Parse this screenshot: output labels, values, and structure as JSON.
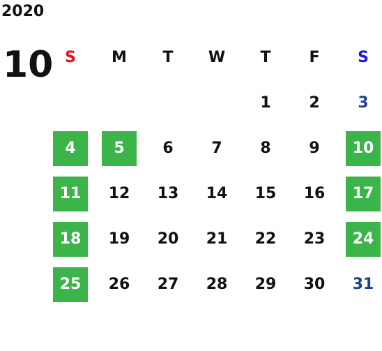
{
  "year": "2020",
  "month": "10",
  "weekdays": [
    {
      "label": "S",
      "color": "#e8101a"
    },
    {
      "label": "M",
      "color": "#111111"
    },
    {
      "label": "T",
      "color": "#111111"
    },
    {
      "label": "W",
      "color": "#111111"
    },
    {
      "label": "T",
      "color": "#111111"
    },
    {
      "label": "F",
      "color": "#111111"
    },
    {
      "label": "S",
      "color": "#1a1ad8"
    }
  ],
  "colors": {
    "highlight": "#3bb44a",
    "saturday_date": "#1f3f8f",
    "sunday_header": "#e8101a",
    "saturday_header": "#1a1ad8"
  },
  "weeks": [
    [
      null,
      null,
      null,
      null,
      {
        "day": "1"
      },
      {
        "day": "2"
      },
      {
        "day": "3"
      }
    ],
    [
      {
        "day": "4",
        "highlighted": true
      },
      {
        "day": "5",
        "highlighted": true
      },
      {
        "day": "6"
      },
      {
        "day": "7"
      },
      {
        "day": "8"
      },
      {
        "day": "9"
      },
      {
        "day": "10",
        "highlighted": true
      }
    ],
    [
      {
        "day": "11",
        "highlighted": true
      },
      {
        "day": "12"
      },
      {
        "day": "13"
      },
      {
        "day": "14"
      },
      {
        "day": "15"
      },
      {
        "day": "16"
      },
      {
        "day": "17",
        "highlighted": true
      }
    ],
    [
      {
        "day": "18",
        "highlighted": true
      },
      {
        "day": "19"
      },
      {
        "day": "20"
      },
      {
        "day": "21"
      },
      {
        "day": "22"
      },
      {
        "day": "23"
      },
      {
        "day": "24",
        "highlighted": true
      }
    ],
    [
      {
        "day": "25",
        "highlighted": true
      },
      {
        "day": "26"
      },
      {
        "day": "27"
      },
      {
        "day": "28"
      },
      {
        "day": "29"
      },
      {
        "day": "30"
      },
      {
        "day": "31"
      }
    ]
  ]
}
